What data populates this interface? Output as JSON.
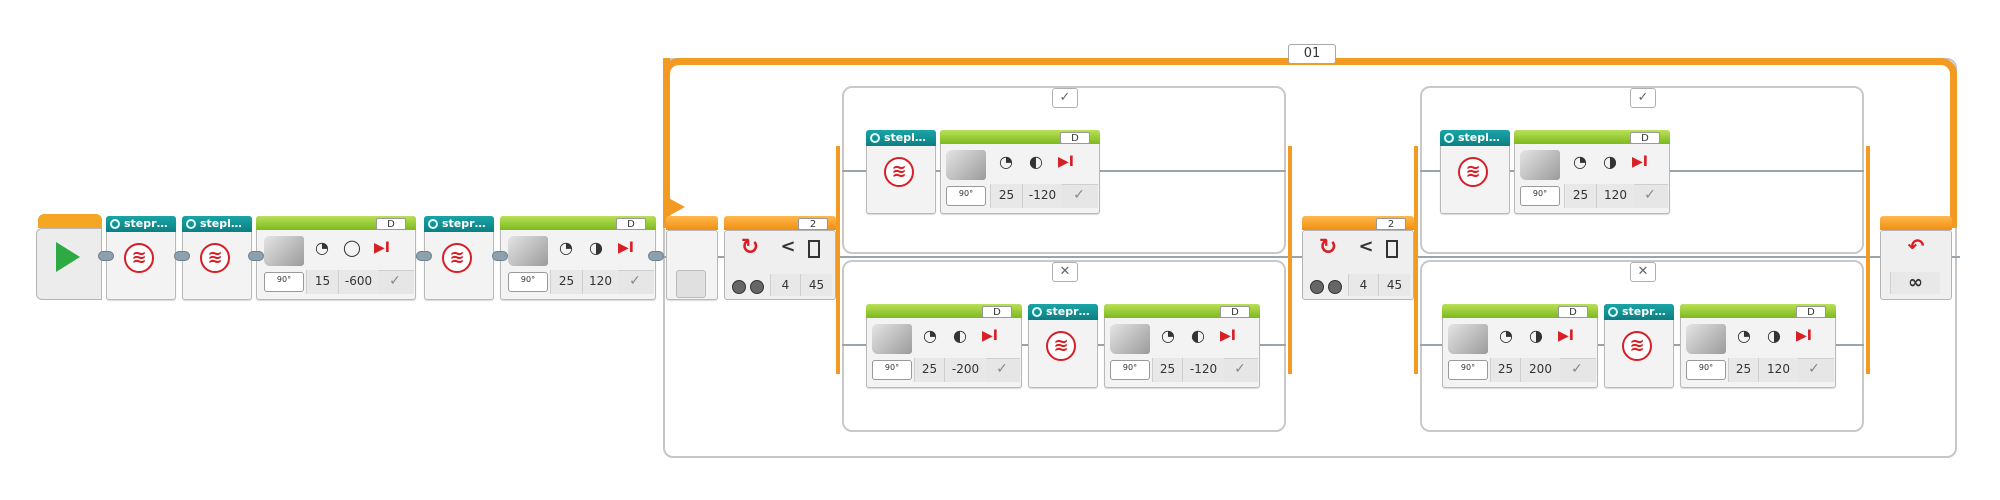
{
  "loop": {
    "label": "01",
    "count_symbol": "∞",
    "exit_icon": "loop-exit-icon"
  },
  "start": {
    "icon": "play-icon"
  },
  "myblocks": [
    {
      "name": "stepr…"
    },
    {
      "name": "stepl…"
    },
    {
      "name": "stepr…"
    },
    {
      "name": "stepl…"
    },
    {
      "name": "stepr…"
    },
    {
      "name": "stepl…"
    },
    {
      "name": "stepr…"
    }
  ],
  "motors": [
    {
      "port": "D",
      "power": "15",
      "degrees": "-600"
    },
    {
      "port": "D",
      "power": "25",
      "degrees": "120"
    },
    {
      "port": "D",
      "power": "25",
      "degrees": "-120"
    },
    {
      "port": "D",
      "power": "25",
      "degrees": "-200"
    },
    {
      "port": "D",
      "power": "25",
      "degrees": "-120"
    },
    {
      "port": "D",
      "power": "25",
      "degrees": "120"
    },
    {
      "port": "D",
      "power": "25",
      "degrees": "200"
    },
    {
      "port": "D",
      "power": "25",
      "degrees": "120"
    }
  ],
  "motor_mode_label": "90°",
  "switches": [
    {
      "port": "2",
      "compare": "<",
      "type": "4",
      "threshold": "45",
      "true_tab": "✓",
      "false_tab": "✕"
    },
    {
      "port": "2",
      "compare": "<",
      "type": "4",
      "threshold": "45",
      "true_tab": "✓",
      "false_tab": "✕"
    }
  ],
  "colors": {
    "loop": "#f29a22",
    "myblock_header": "#0c7f83",
    "motor_header": "#7db91d",
    "start": "#2eaa44"
  }
}
